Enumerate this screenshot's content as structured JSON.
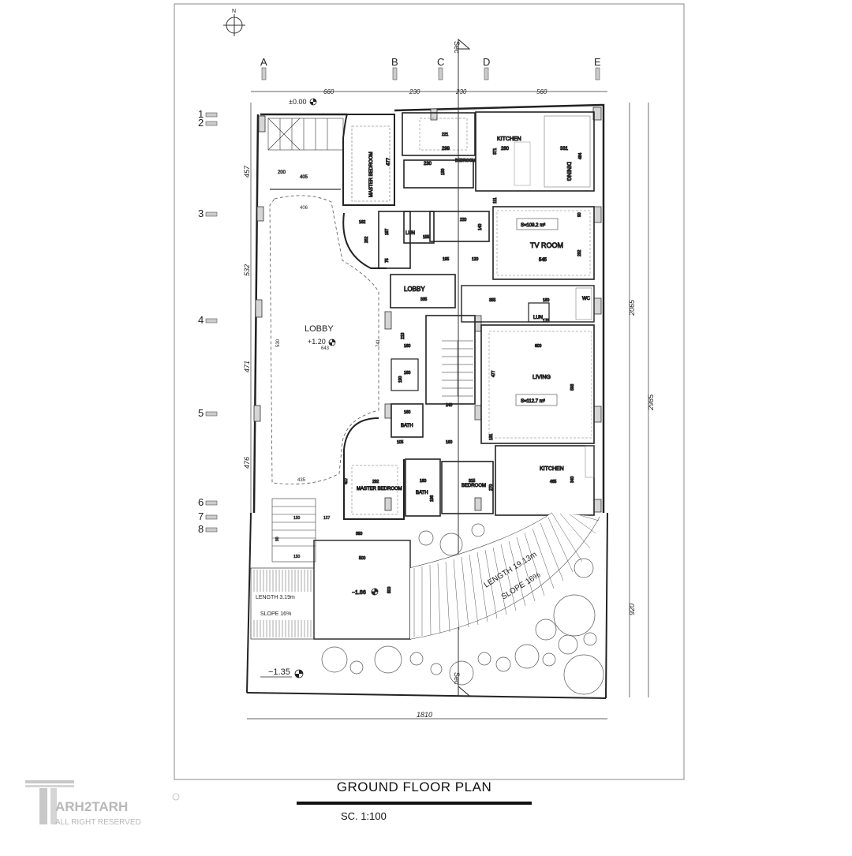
{
  "north_label": "N",
  "grid": {
    "columns": [
      "A",
      "B",
      "C",
      "D",
      "E"
    ],
    "rows": [
      "1",
      "2",
      "3",
      "4",
      "5",
      "6",
      "7",
      "8"
    ],
    "top_dims": [
      "660",
      "230",
      "230",
      "560"
    ],
    "left_dims": [
      "457",
      "532",
      "471",
      "476"
    ],
    "right_dims": [
      "2065",
      "920",
      "2985"
    ],
    "bottom_dim": "1810",
    "section_label": "Sec"
  },
  "levels": {
    "entrance": "±0.00",
    "lobby": "+1.20",
    "parking": "−1.86",
    "yard": "−1.35"
  },
  "rooms": {
    "lobby_main": "LOBBY",
    "lobby_small": "LOBBY",
    "kitchen_top": "KITCHEN",
    "dining": "DINING",
    "tv_room": "TV ROOM",
    "tv_area": "S=109.2 m²",
    "wc": "WC",
    "lun_top": "LUN",
    "lun_right": "LUN",
    "living": "LIVING",
    "living_area": "S=112.7 m²",
    "kitchen_bottom": "KITCHEN",
    "master_top": "MASTER BEDROOM",
    "master_bottom": "MASTER BEDROOM",
    "bedroom_top": "BEDROOM",
    "bedroom_bottom": "BEDROOM",
    "bath_mid": "BATH",
    "bath_bottom": "BATH"
  },
  "ramps": {
    "left_length": "LENGTH 3.19m",
    "left_slope": "SLOPE 16%",
    "right_length": "LENGTH 19.13m",
    "right_slope": "SLOPE 16%"
  },
  "dims": {
    "d405": "405",
    "d406": "406",
    "d200": "200",
    "d530": "530",
    "d643": "643",
    "d435": "435",
    "d741": "741",
    "d477a": "477",
    "d221": "221",
    "d299": "299",
    "d230": "230",
    "d130": "130",
    "d280": "280",
    "d331": "331",
    "d484": "484",
    "d371": "371",
    "d111": "111",
    "d162": "162",
    "d282": "282",
    "d187": "187",
    "d75": "75",
    "d155": "155",
    "d220": "220",
    "d140": "140",
    "d195": "195",
    "d120": "120",
    "d545": "545",
    "d292a": "292",
    "d90": "90",
    "d335": "335",
    "d355": "355",
    "d180": "180",
    "d170": "170",
    "d600": "600",
    "d477b": "477",
    "d593": "593",
    "d213": "213",
    "d160a": "160",
    "d160b": "160",
    "d190": "190",
    "d240": "240",
    "d105": "105",
    "d160c": "160",
    "d427": "427",
    "d292b": "292",
    "d315": "315",
    "d270": "270",
    "d465": "465",
    "d340": "340",
    "d196": "196",
    "d390": "390",
    "d500a": "500",
    "d500b": "500",
    "d150a": "150",
    "d157": "157",
    "d150b": "150",
    "d350": "350",
    "d160d": "160",
    "d131": "131",
    "d90b": "90"
  },
  "title": "GROUND  FLOOR PLAN",
  "scale": "SC.   1:100",
  "watermark": {
    "brand": "ARH2TARH",
    "rights": "ALL RIGHT RESERVED"
  }
}
